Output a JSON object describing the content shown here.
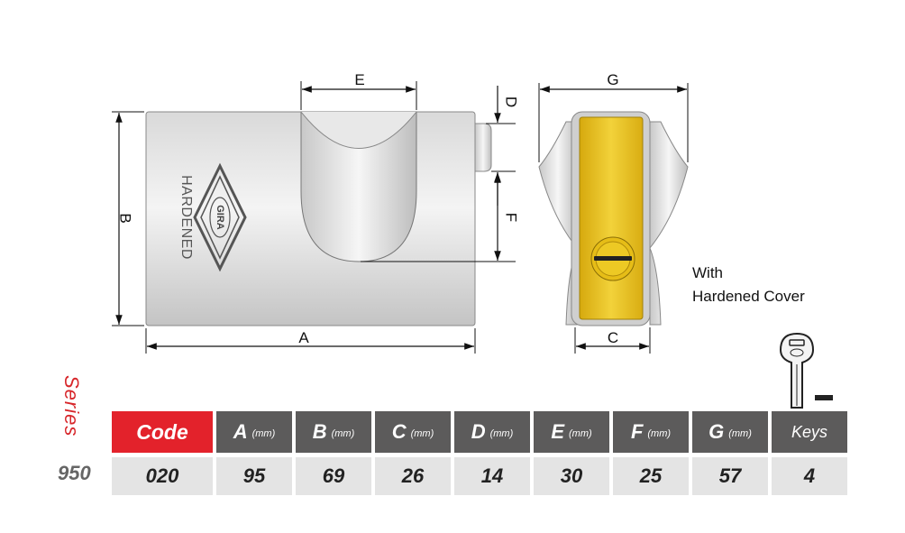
{
  "dimensions": {
    "a": "A",
    "b": "B",
    "c": "C",
    "d": "D",
    "e": "E",
    "f": "F",
    "g": "G"
  },
  "body_text": "HARDENED",
  "logo_text": "GIRA",
  "caption": {
    "line1": "With",
    "line2": "Hardened Cover"
  },
  "series": {
    "label": "Series",
    "number": "950"
  },
  "table": {
    "headers": [
      {
        "label": "Code",
        "unit": ""
      },
      {
        "label": "A",
        "unit": "(mm)"
      },
      {
        "label": "B",
        "unit": "(mm)"
      },
      {
        "label": "C",
        "unit": "(mm)"
      },
      {
        "label": "D",
        "unit": "(mm)"
      },
      {
        "label": "E",
        "unit": "(mm)"
      },
      {
        "label": "F",
        "unit": "(mm)"
      },
      {
        "label": "G",
        "unit": "(mm)"
      },
      {
        "label": "Keys",
        "unit": ""
      }
    ],
    "row": [
      "020",
      "95",
      "69",
      "26",
      "14",
      "30",
      "25",
      "57",
      "4"
    ]
  },
  "colors": {
    "accent_red": "#e3222b",
    "header_gray": "#5c5b5b",
    "value_gray": "#e4e4e4",
    "brass": "#e8c21c"
  }
}
